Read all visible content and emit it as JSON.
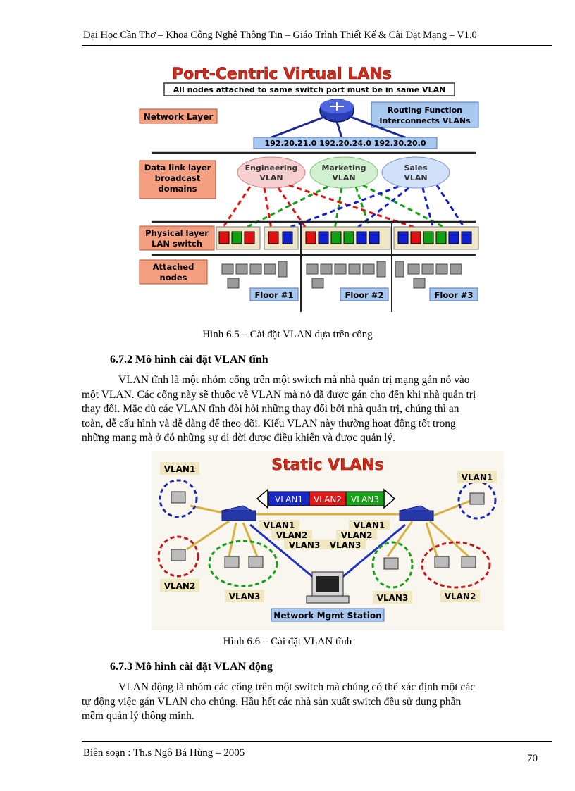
{
  "header": {
    "text": "Đại Học Cần Thơ – Khoa Công Nghệ Thông Tin – Giáo Trình Thiết Kế & Cài Đặt Mạng – V1.0"
  },
  "figure1": {
    "title": "Port-Centric Virtual LANs",
    "subtitle": "All nodes attached to same switch port must be in same VLAN",
    "network_layer": "Network Layer",
    "routing_line1": "Routing Function",
    "routing_line2": "Interconnects VLANs",
    "addresses": "192.20.21.0 192.20.24.0 192.30.20.0",
    "datalink_line1": "Data link layer",
    "datalink_line2": "broadcast",
    "datalink_line3": "domains",
    "vlan_eng_1": "Engineering",
    "vlan_eng_2": "VLAN",
    "vlan_mkt_1": "Marketing",
    "vlan_mkt_2": "VLAN",
    "vlan_sales_1": "Sales",
    "vlan_sales_2": "VLAN",
    "physical_line1": "Physical layer",
    "physical_line2": "LAN switch",
    "attached_line1": "Attached",
    "attached_line2": "nodes",
    "floor1": "Floor #1",
    "floor2": "Floor #2",
    "floor3": "Floor #3",
    "colors": {
      "red": "#e01010",
      "green": "#10a010",
      "blue": "#1020d0"
    }
  },
  "caption1": "Hình 6.5 – Cài đặt VLAN dựa trên cổng",
  "section_672": {
    "heading": "6.7.2 Mô hình cài đặt VLAN tĩnh",
    "lines": [
      "VLAN tĩnh là một nhóm cổng trên một switch mà nhà quản trị mạng gán nó vào",
      "một VLAN. Các cổng này sẽ thuộc về VLAN mà nó đã được gán cho đến khi nhà quản trị",
      "thay đổi. Mặc dù các VLAN tĩnh đòi hỏi những thay đổi bởi nhà quản trị, chúng thì an",
      "toàn, dễ cấu hình và dễ dàng để theo dõi. Kiểu VLAN này thường hoạt động tốt trong",
      "những mạng mà ở đó những sự di dời được điều khiển và được quản lý."
    ]
  },
  "figure2": {
    "title": "Static VLANs",
    "trunk": [
      "VLAN1",
      "VLAN2",
      "VLAN3"
    ],
    "vlan1": "VLAN1",
    "vlan2": "VLAN2",
    "vlan3": "VLAN3",
    "mgmt": "Network Mgmt Station"
  },
  "caption2": "Hình 6.6 – Cài đặt VLAN tĩnh",
  "section_673": {
    "heading": "6.7.3 Mô hình cài đặt VLAN động",
    "lines": [
      "VLAN động là nhóm các cổng trên một switch mà chúng có thể xác định một các",
      "tự động việc gán VLAN cho chúng. Hầu hết các nhà sản xuất switch đều sử dụng phần",
      "mềm quản lý thông minh."
    ]
  },
  "footer": {
    "author": "Biên soạn : Th.s Ngô Bá Hùng – 2005",
    "page": "70"
  }
}
